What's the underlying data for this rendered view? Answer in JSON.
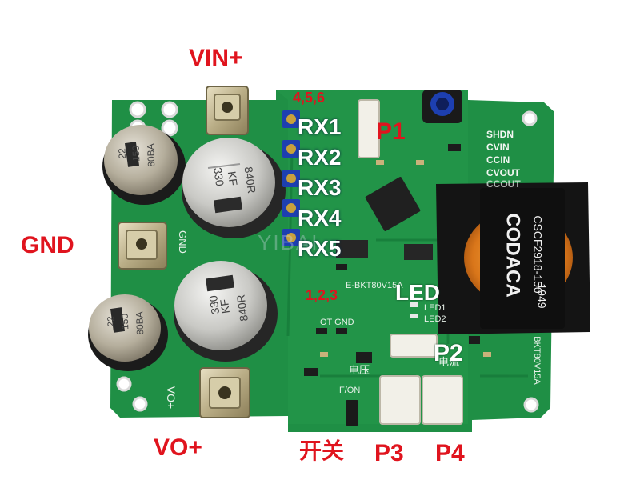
{
  "labels": {
    "vin": "VIN+",
    "gnd": "GND",
    "vo": "VO+",
    "switch": "开关",
    "p1": "P1",
    "p2": "P2",
    "p3": "P3",
    "p4": "P4",
    "led": "LED",
    "pins_456": "4,5,6",
    "pins_123": "1,2,3",
    "rx": [
      "RX1",
      "RX2",
      "RX3",
      "RX4",
      "RX5"
    ]
  },
  "silkscreen": {
    "right_col": [
      "SHDN",
      "CVIN",
      "CCIN",
      "CVOUT",
      "CCOUT"
    ],
    "led1": "LED1",
    "led2": "LED2",
    "ot_gnd": "OT GND",
    "voltage": "电压",
    "current": "电流",
    "fon": "F/ON",
    "gnd_side": "GND",
    "vo_side": "VO+",
    "model_top": "E-BKT80V15A",
    "model_side": "BKT80V15A",
    "watermark": "YIBAI"
  },
  "inductor": {
    "brand": "CODACA",
    "part": "CSCF2918-150",
    "date": "1949"
  },
  "capacitors": {
    "large_text": [
      "330",
      "KF",
      "840R"
    ],
    "small_text": [
      "22",
      "150",
      "80BA"
    ]
  },
  "colors": {
    "pcb": "#1f8f45",
    "label_red": "#e0141e",
    "label_white": "#ffffff",
    "potentiometer": "#1d3fb0"
  }
}
